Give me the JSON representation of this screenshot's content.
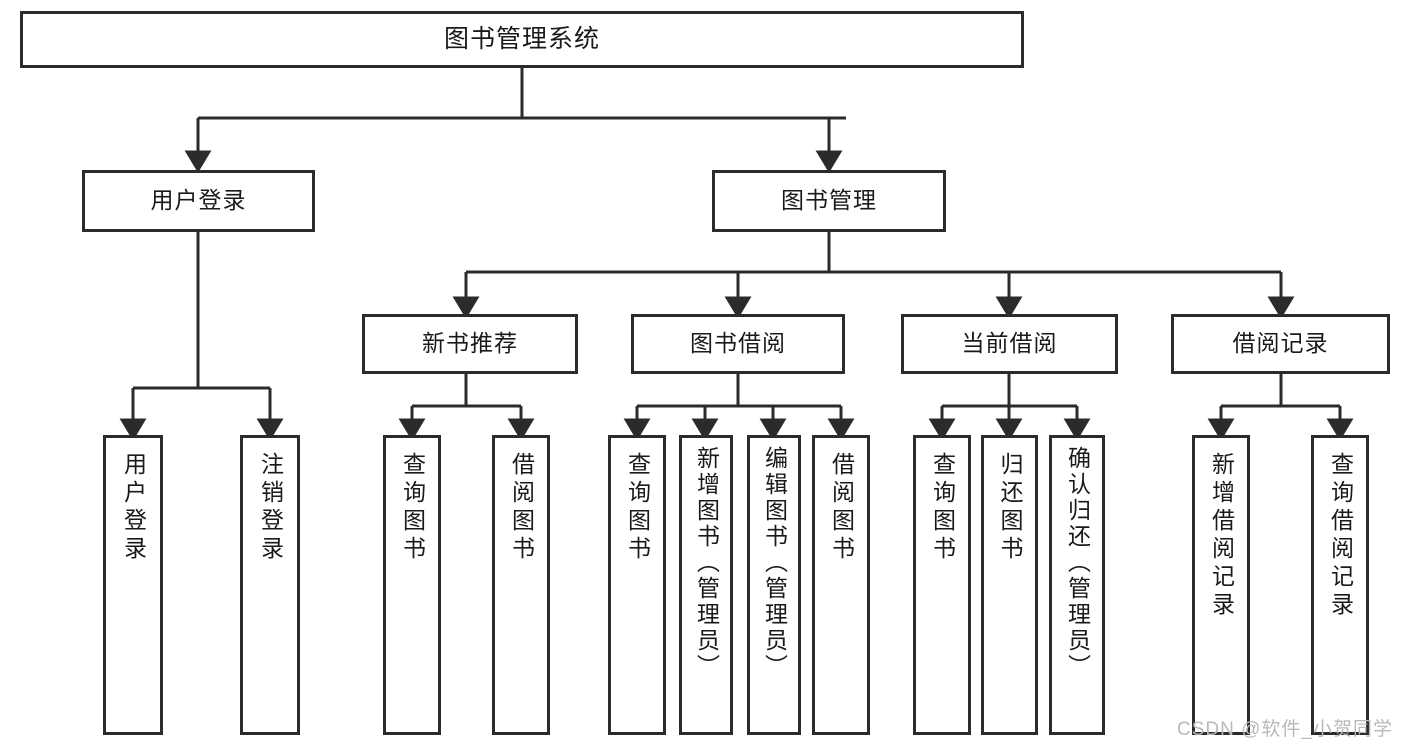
{
  "diagram": {
    "title": "图书管理系统",
    "type": "tree-hierarchy-chart",
    "watermark": "CSDN @软件_小贺同学",
    "colors": {
      "background": "#ffffff",
      "node_border": "#2b2b2b",
      "node_fill": "#ffffff",
      "edge": "#2b2b2b",
      "text": "#1a1a1a",
      "watermark": "#b9b9b9"
    },
    "nodes": {
      "root": {
        "label": "图书管理系统"
      },
      "level2": [
        {
          "label": "用户登录"
        },
        {
          "label": "图书管理"
        }
      ],
      "level3": [
        {
          "label": "新书推荐"
        },
        {
          "label": "图书借阅"
        },
        {
          "label": "当前借阅"
        },
        {
          "label": "借阅记录"
        }
      ],
      "leaves_user_login": [
        {
          "label": "用户登录"
        },
        {
          "label": "注销登录"
        }
      ],
      "leaves_new_book": [
        {
          "label": "查询图书"
        },
        {
          "label": "借阅图书"
        }
      ],
      "leaves_borrow": [
        {
          "label": "查询图书"
        },
        {
          "label": "新增图书（管理员）"
        },
        {
          "label": "编辑图书（管理员）"
        },
        {
          "label": "借阅图书"
        }
      ],
      "leaves_current": [
        {
          "label": "查询图书"
        },
        {
          "label": "归还图书"
        },
        {
          "label": "确认归还（管理员）"
        }
      ],
      "leaves_record": [
        {
          "label": "新增借阅记录"
        },
        {
          "label": "查询借阅记录"
        }
      ]
    }
  }
}
